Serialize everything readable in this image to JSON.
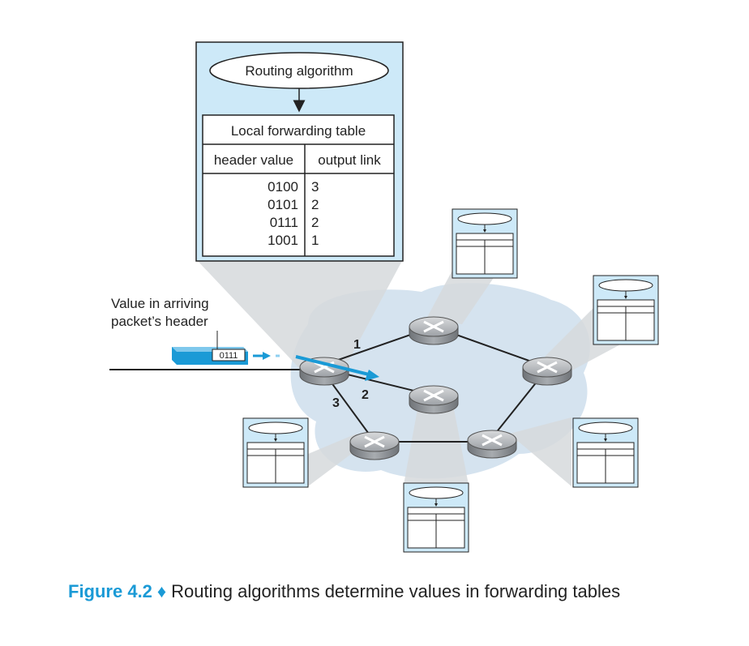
{
  "routing_box": {
    "algorithm_label": "Routing algorithm",
    "table_title": "Local forwarding table",
    "col_header_value": "header value",
    "col_output_link": "output link",
    "rows": [
      {
        "value": "0100",
        "link": "3"
      },
      {
        "value": "0101",
        "link": "2"
      },
      {
        "value": "0111",
        "link": "2"
      },
      {
        "value": "1001",
        "link": "1"
      }
    ]
  },
  "packet": {
    "annotation_line1": "Value in arriving",
    "annotation_line2": "packet’s header",
    "header_value": "0111"
  },
  "links": {
    "link1": "1",
    "link2": "2",
    "link3": "3"
  },
  "caption": {
    "figure_label": "Figure 4.2",
    "separator": "♦",
    "text": "Routing algorithms determine values in forwarding tables"
  },
  "colors": {
    "panel_fill": "#cde9f8",
    "cloud_fill": "#d4e2ee",
    "arrow_blue": "#1a9ad6",
    "router_gray": "#9a9ea3"
  },
  "icons": [
    "router-icon",
    "arrow-down-icon",
    "packet-icon"
  ]
}
